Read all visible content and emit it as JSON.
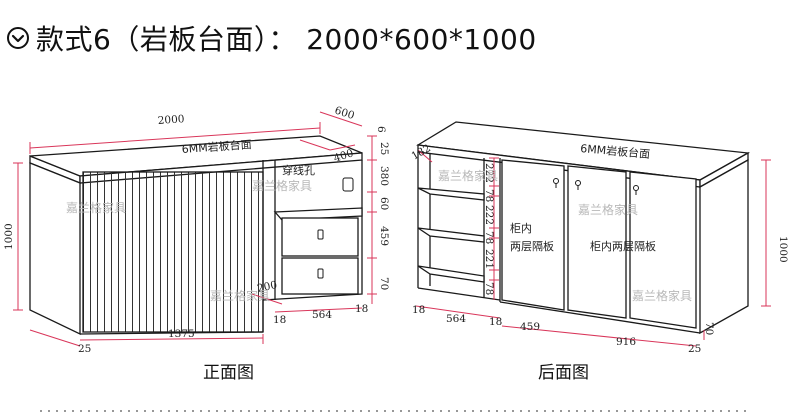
{
  "header": {
    "icon": "chevron-down-circle-icon",
    "title": "款式6（岩板台面）： 2000*600*1000"
  },
  "colors": {
    "outline": "#1a1a1a",
    "dimension_line": "#d9365a",
    "watermark": "#b8b8b8"
  },
  "front_view": {
    "caption": "正面图",
    "width": "2000",
    "depth": "600",
    "top_thickness": "6",
    "top_label": "6MM岩板台面",
    "height": "1000",
    "hole_label": "穿线孔",
    "hole_size": "400",
    "right_heights": [
      "25",
      "380",
      "60",
      "459",
      "70"
    ],
    "bottom_widths": [
      "1375",
      "18",
      "564",
      "18"
    ],
    "bottom_left": "25",
    "drawer_depth": "200",
    "watermark": "嘉兰格家具"
  },
  "back_view": {
    "caption": "后面图",
    "top_label": "6MM岩板台面",
    "height": "1000",
    "left_depth": "182",
    "shelf_heights": [
      "222",
      "78",
      "222",
      "78",
      "221",
      "78"
    ],
    "partition_label_left": "柜内\n两层隔板",
    "partition_label_right": "柜内两层隔板",
    "bottom_widths": [
      "18",
      "564",
      "18",
      "459"
    ],
    "bottom_total": "916",
    "bottom_right": "25",
    "right_bottom": "70",
    "watermark": "嘉兰格家具"
  }
}
